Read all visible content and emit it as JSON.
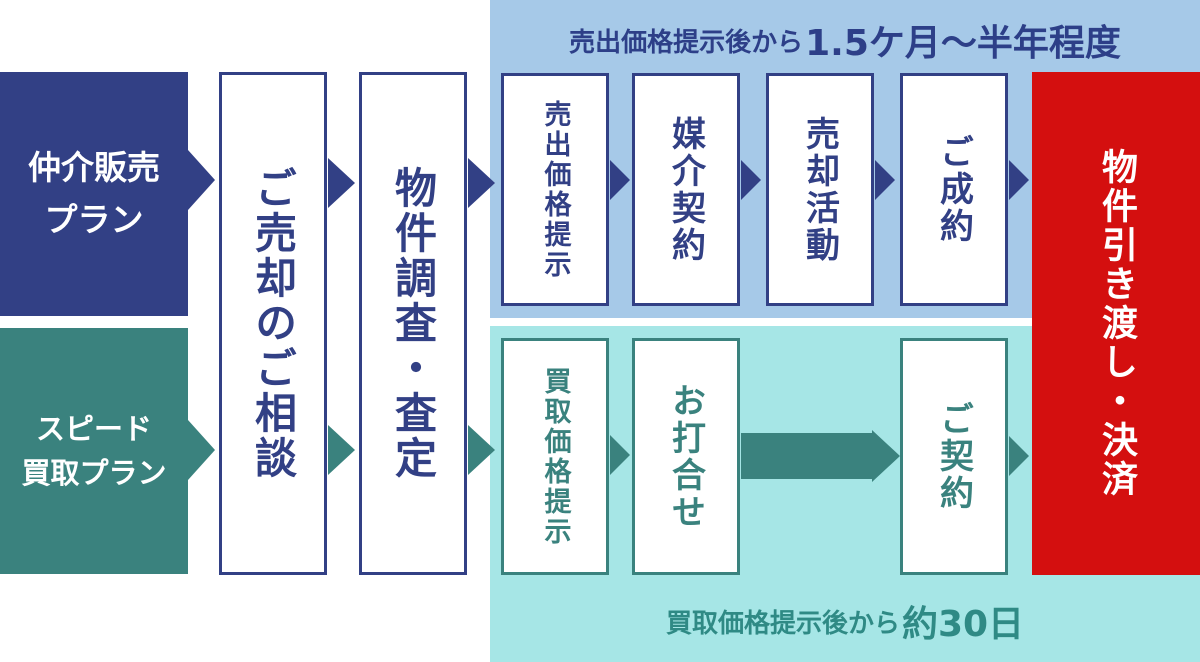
{
  "caption_top": {
    "prefix": "売出価格提示後から",
    "emphasis": "1.5ケ月～半年程度"
  },
  "caption_bottom": {
    "prefix": "買取価格提示後から",
    "emphasis": "約30日"
  },
  "plans": {
    "broker": {
      "line1": "仲介販売",
      "line2": "プラン"
    },
    "speed": {
      "line1": "スピード",
      "line2": "買取プラン"
    }
  },
  "common_steps": {
    "consultation": "ご売却のご相談",
    "inspection": "物件調査・査定"
  },
  "broker_steps": [
    "売出価格提示",
    "媒介契約",
    "売却活動",
    "ご成約"
  ],
  "speed_steps": [
    "買取価格提示",
    "お打合せ",
    "ご契約"
  ],
  "final_step": "物件引き渡し・決済",
  "colors": {
    "navy": "#324085",
    "teal": "#3a827e",
    "light_blue": "#a6c9e8",
    "light_cyan": "#a6e6e6",
    "red": "#d40f0f"
  }
}
